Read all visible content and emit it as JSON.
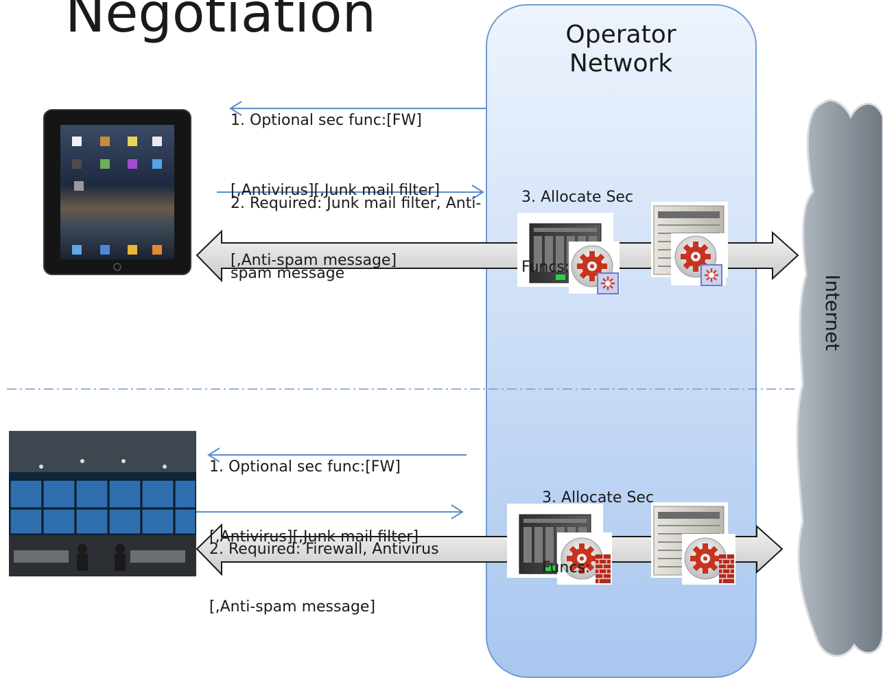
{
  "title": "Negotiation",
  "operator_network": [
    "Operator",
    "Network"
  ],
  "internet_label": "Internet",
  "top": {
    "step1": [
      "1. Optional sec func:[FW]",
      "[,Antivirus][,Junk mail filter]",
      "[,Anti-spam message]"
    ],
    "step2": [
      "2. Required: Junk mail filter, Anti-",
      "spam message"
    ],
    "step3": [
      "3. Allocate Sec",
      "Funcs:"
    ],
    "device": "tablet",
    "function_icon": "spam-filter"
  },
  "bottom": {
    "step1": [
      "1. Optional sec func:[FW]",
      "[,Antivirus][,Junk mail filter]",
      "[,Anti-spam message]"
    ],
    "step2": [
      "2. Required: Firewall, Antivirus"
    ],
    "step3": [
      "3. Allocate Sec",
      "Funcs:"
    ],
    "device": "control-room",
    "function_icon": "firewall"
  },
  "colors": {
    "network_fill": "#cfe0f8",
    "network_stroke": "#6d9bd4",
    "arrow_blue": "#5b8cc8",
    "cloud": "#8a949e"
  }
}
